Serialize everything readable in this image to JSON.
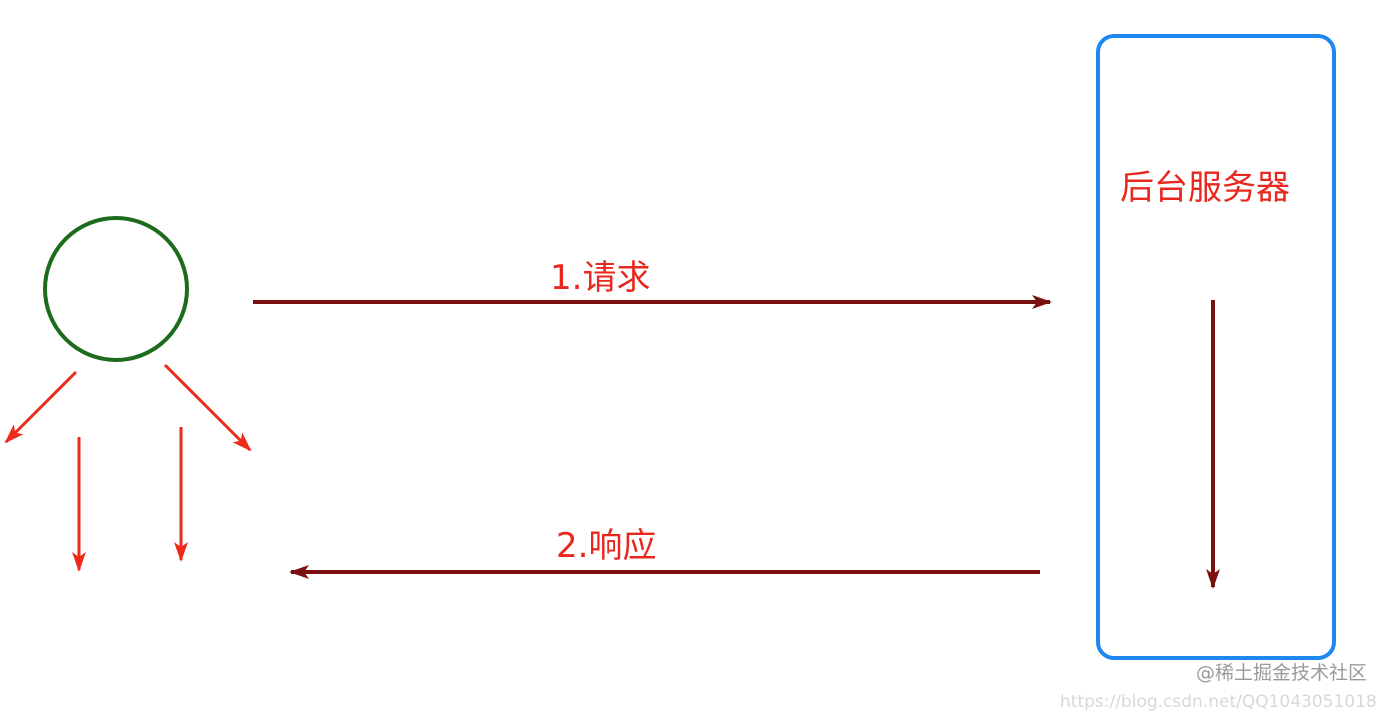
{
  "server_label": "后台服务器",
  "request_label": "1.请求",
  "response_label": "2.响应",
  "watermarks": {
    "juejin": "@稀土掘金技术社区",
    "csdn": "https://blog.csdn.net/QQ1043051018"
  },
  "colors": {
    "arrow_dark_red": "#7a1010",
    "arrow_red": "#ee2a1a",
    "label_red": "#e8281e",
    "server_border": "#1e88f0",
    "user_circle": "#1d6b1d"
  }
}
